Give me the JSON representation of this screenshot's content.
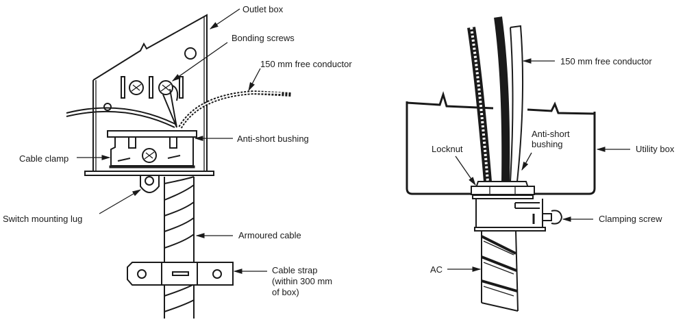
{
  "left_figure": {
    "labels": {
      "outlet_box": "Outlet box",
      "bonding_screws": "Bonding screws",
      "free_conductor": "150 mm free conductor",
      "anti_short_bushing": "Anti-short bushing",
      "cable_clamp": "Cable clamp",
      "switch_mounting_lug": "Switch mounting lug",
      "armoured_cable": "Armoured cable",
      "cable_strap_line1": "Cable strap",
      "cable_strap_line2": "(within 300 mm",
      "cable_strap_line3": "of box)"
    }
  },
  "right_figure": {
    "labels": {
      "free_conductor": "150 mm free conductor",
      "anti_short_line1": "Anti-short",
      "anti_short_line2": "bushing",
      "locknut": "Locknut",
      "utility_box": "Utility box",
      "clamping_screw": "Clamping screw",
      "ac": "AC"
    }
  }
}
